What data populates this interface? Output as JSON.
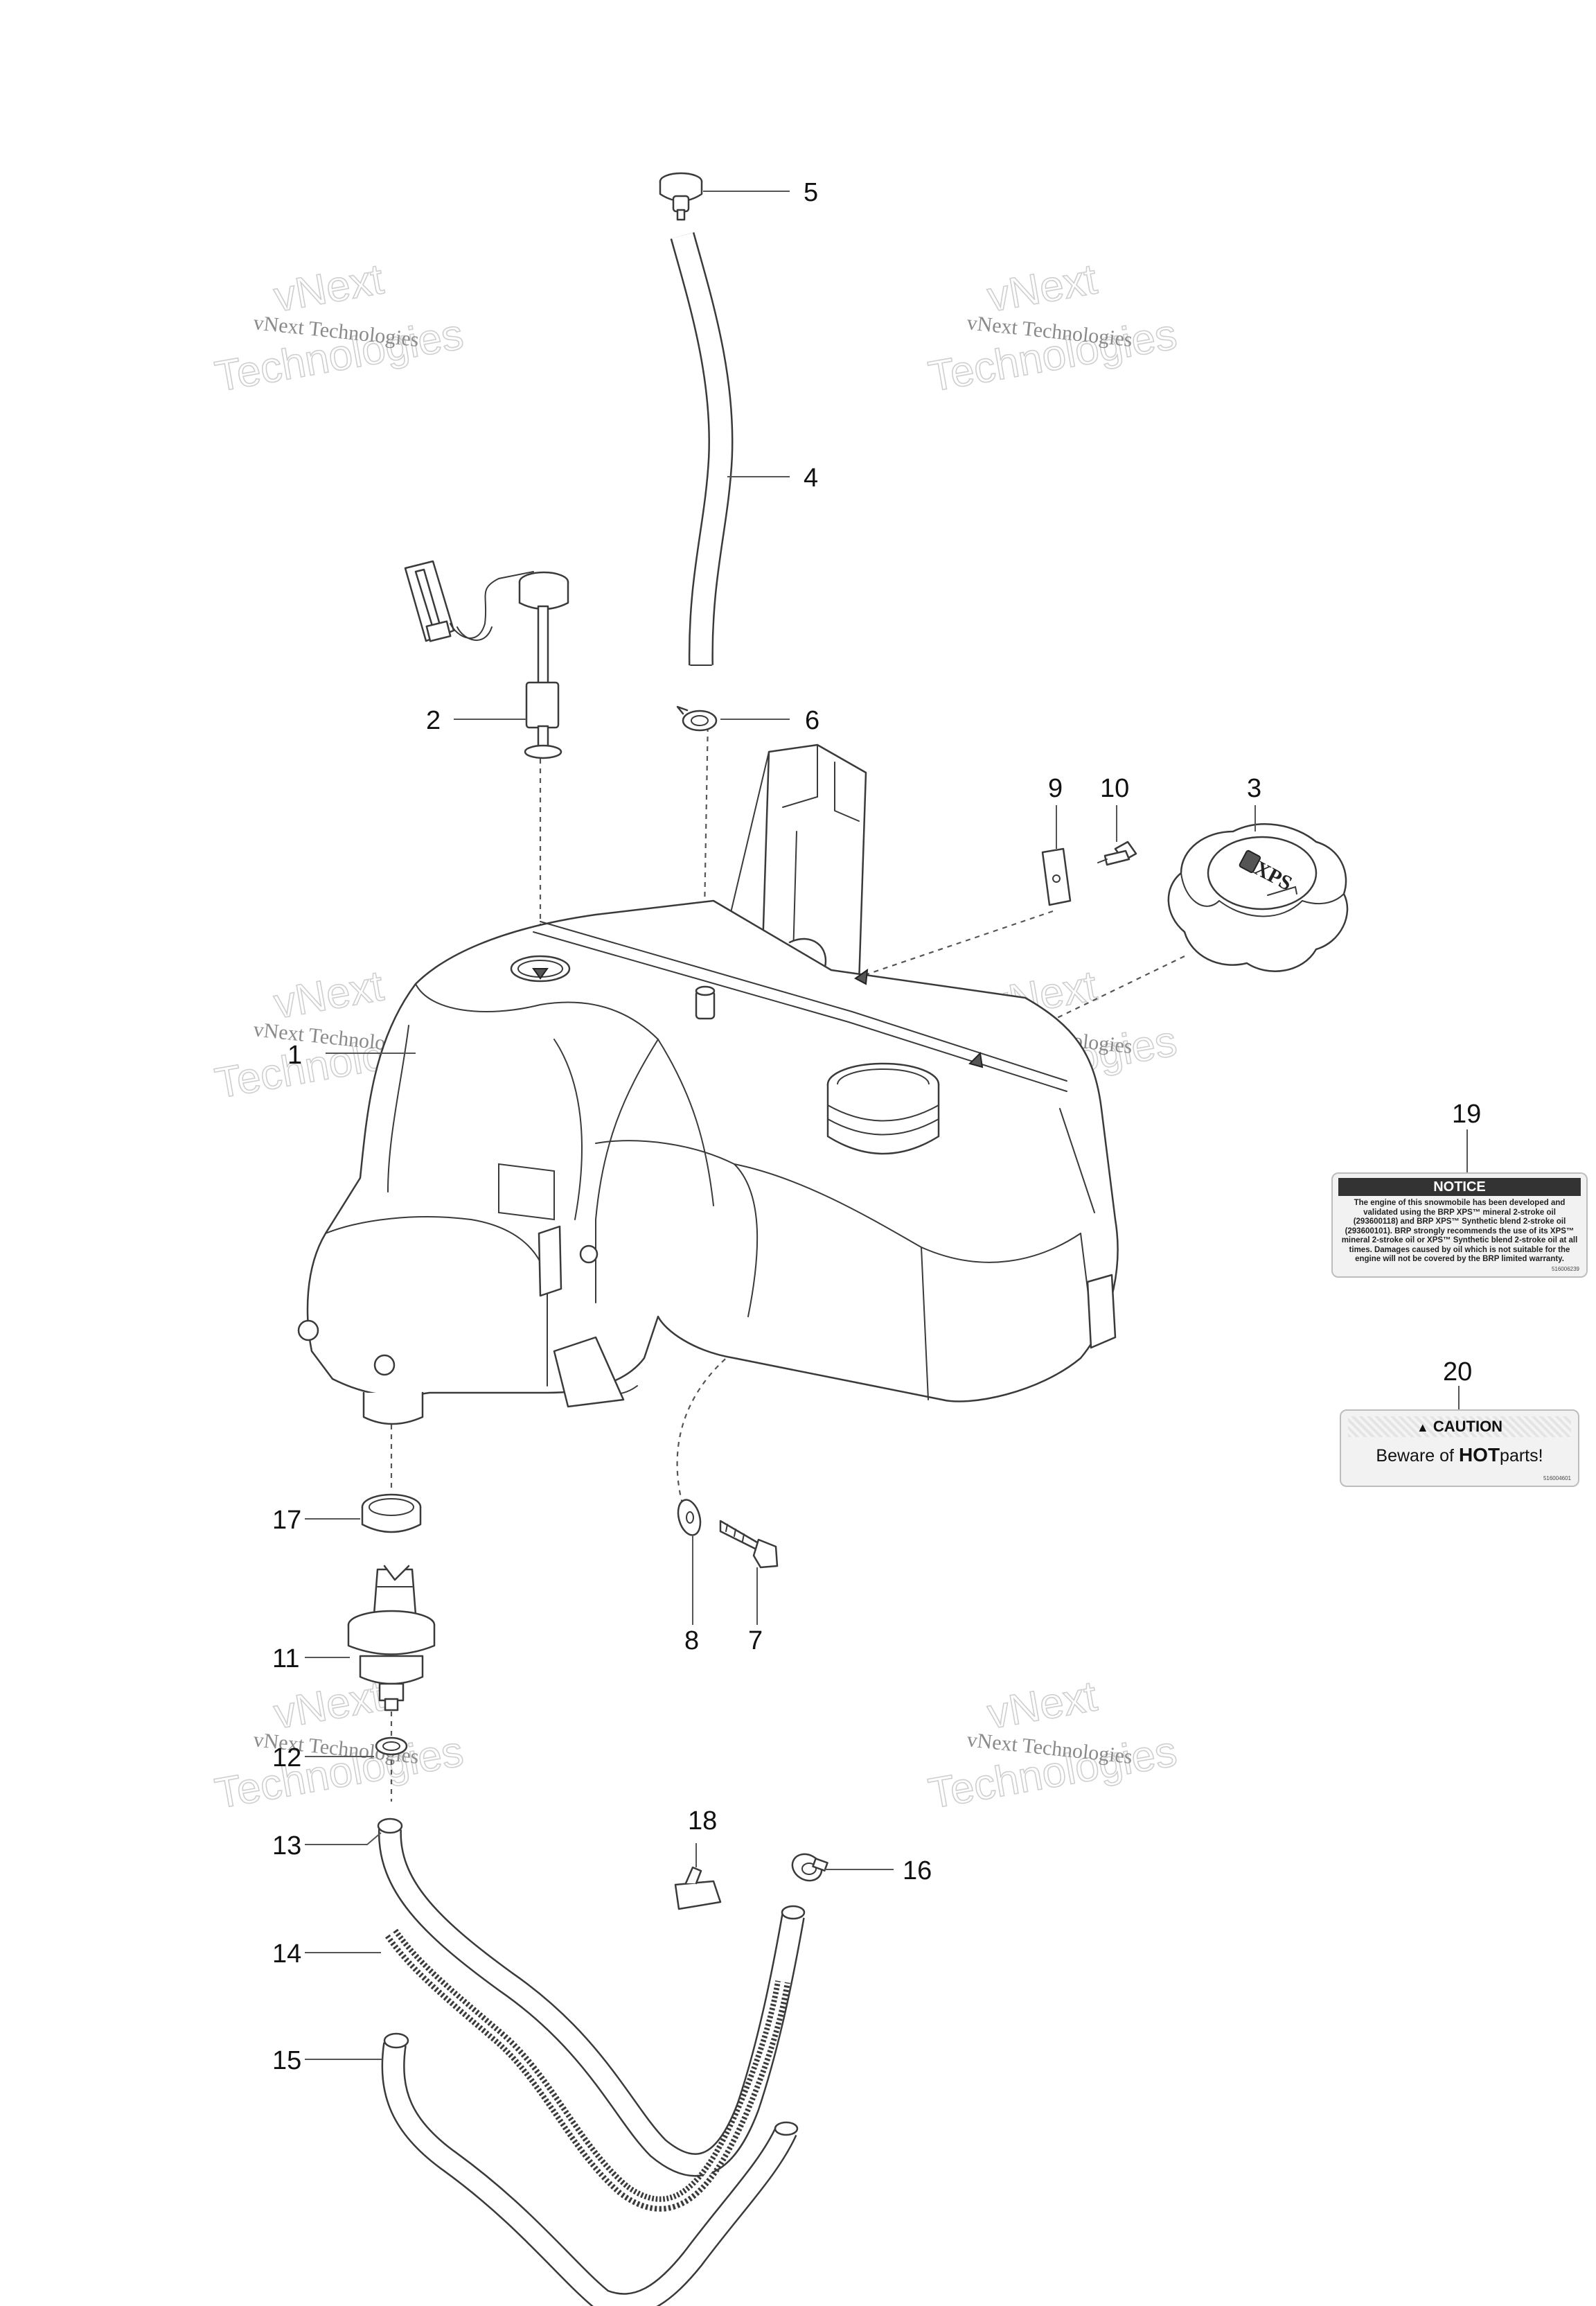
{
  "callouts": {
    "c1": "1",
    "c2": "2",
    "c3": "3",
    "c4": "4",
    "c5": "5",
    "c6": "6",
    "c7": "7",
    "c8": "8",
    "c9": "9",
    "c10": "10",
    "c11": "11",
    "c12": "12",
    "c13": "13",
    "c14": "14",
    "c15": "15",
    "c16": "16",
    "c17": "17",
    "c18": "18",
    "c19": "19",
    "c20": "20"
  },
  "watermark": {
    "line1": "vNext Technologies",
    "line2": "vNext",
    "line3": "Technologies"
  },
  "cap_logo": "XPS",
  "decal_notice": {
    "title": "NOTICE",
    "body": "The engine of this snowmobile has been developed and validated using the BRP XPS™ mineral 2-stroke oil (293600118) and BRP XPS™ Synthetic blend 2-stroke oil (293600101). BRP strongly recommends the use of its XPS™ mineral 2-stroke oil or XPS™ Synthetic blend 2-stroke oil at all times. Damages caused by oil which is not suitable for the engine will not be covered by the BRP limited warranty.",
    "code": "516006239"
  },
  "decal_caution": {
    "icon": "warning-triangle-icon",
    "title": "CAUTION",
    "msg_prefix": "Beware of ",
    "msg_bold": "HOT",
    "msg_suffix": "parts!",
    "code": "516004601"
  }
}
